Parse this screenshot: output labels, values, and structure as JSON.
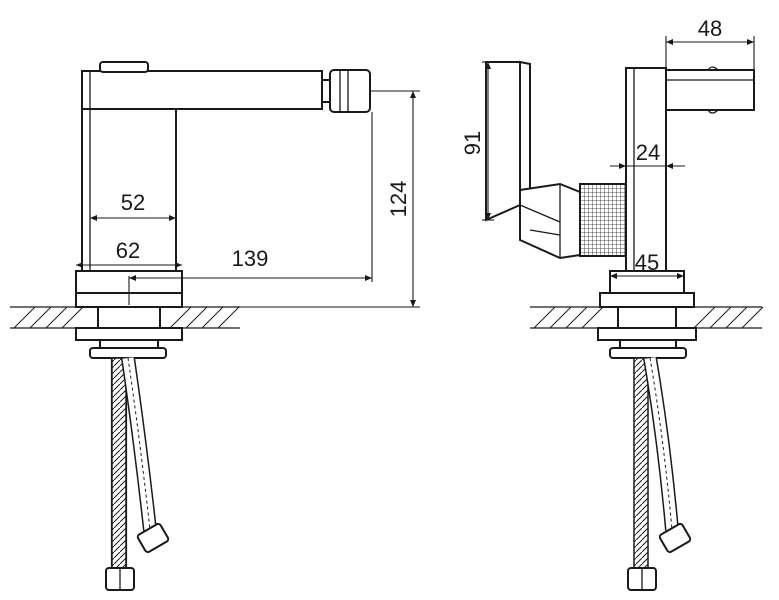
{
  "dimensions": {
    "body_depth": "52",
    "base_width": "62",
    "reach": "139",
    "height_total": "124",
    "lever_height": "91",
    "lever_length": "48",
    "neck_offset": "24",
    "base_side_width": "45"
  }
}
